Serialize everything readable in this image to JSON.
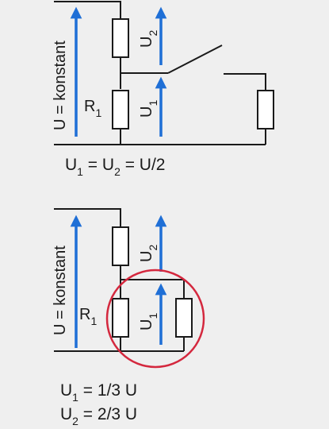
{
  "colors": {
    "background": "#efefef",
    "wire": "#1a1a1a",
    "arrow": "#1f6fd6",
    "highlight_circle": "#d4283e"
  },
  "circuit_top": {
    "source_label": "U = konstant",
    "resistor_label_main": "R",
    "resistor_label_sub": "1",
    "u2_main": "U",
    "u2_sub": "2",
    "u1_main": "U",
    "u1_sub": "1",
    "formula": {
      "u1_main": "U",
      "u1_sub": "1",
      "eq1": " = ",
      "u2_main": "U",
      "u2_sub": "2",
      "eq2": " = U/2"
    },
    "switch_state": "open"
  },
  "circuit_bottom": {
    "source_label": "U = konstant",
    "resistor_label_main": "R",
    "resistor_label_sub": "1",
    "u2_main": "U",
    "u2_sub": "2",
    "u1_main": "U",
    "u1_sub": "1",
    "formula_line1": {
      "main": "U",
      "sub": "1",
      "rest": " = 1/3 U"
    },
    "formula_line2": {
      "main": "U",
      "sub": "2",
      "rest": " = 2/3 U"
    },
    "highlight": "parallel-resistors"
  }
}
